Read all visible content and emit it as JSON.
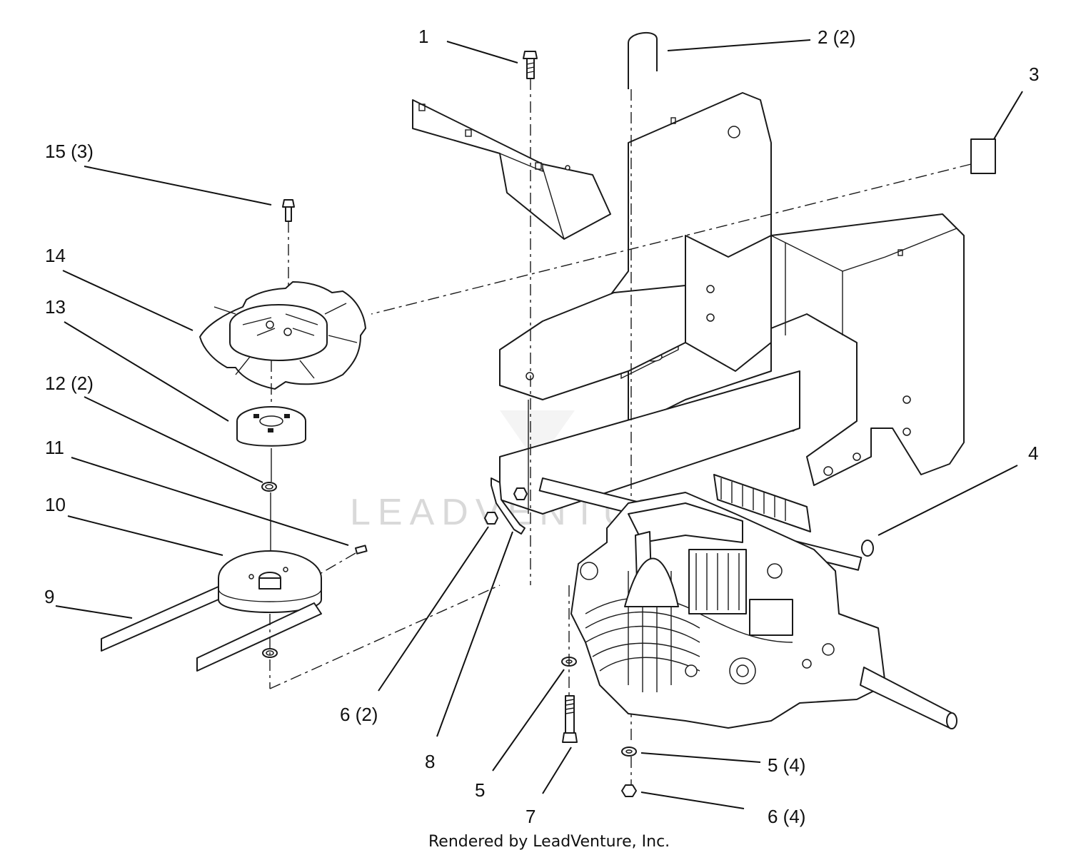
{
  "callouts": [
    {
      "id": "1",
      "text": "1"
    },
    {
      "id": "2",
      "text": "2 (2)"
    },
    {
      "id": "3",
      "text": "3"
    },
    {
      "id": "4",
      "text": "4"
    },
    {
      "id": "5a",
      "text": "5"
    },
    {
      "id": "5b",
      "text": "5 (4)"
    },
    {
      "id": "6a",
      "text": "6 (2)"
    },
    {
      "id": "6b",
      "text": "6 (4)"
    },
    {
      "id": "7",
      "text": "7"
    },
    {
      "id": "8",
      "text": "8"
    },
    {
      "id": "9",
      "text": "9"
    },
    {
      "id": "10",
      "text": "10"
    },
    {
      "id": "11",
      "text": "11"
    },
    {
      "id": "12",
      "text": "12 (2)"
    },
    {
      "id": "13",
      "text": "13"
    },
    {
      "id": "14",
      "text": "14"
    },
    {
      "id": "15",
      "text": "15 (3)"
    }
  ],
  "watermark": "LEADVENTURE",
  "footer": "Rendered by LeadVenture, Inc.",
  "colors": {
    "line": "#1a1a1a",
    "watermark": "#d9d9d9",
    "background": "#ffffff"
  }
}
